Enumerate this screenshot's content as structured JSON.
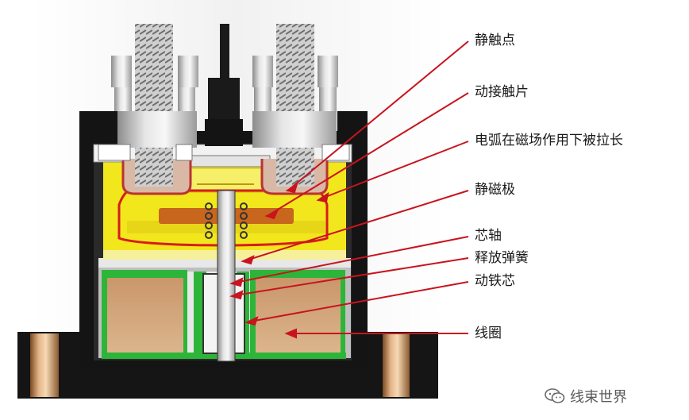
{
  "labels": {
    "static_contact": "静触点",
    "moving_contact": "动接触片",
    "arc": "电弧在磁场作用下被拉长",
    "static_pole": "静磁极",
    "core_shaft": "芯轴",
    "release_spring": "释放弹簧",
    "moving_core": "动铁芯",
    "coil": "线圈"
  },
  "watermark": {
    "text": "线束世界",
    "icon": "wechat-icon"
  },
  "colors": {
    "housing": "#141414",
    "yellow_chamber": "#f2e61c",
    "copper_terminal": "#c98a52",
    "coil_winding": "#d4a77e",
    "green_bobbin": "#2db53a",
    "arc_line": "#d61e1e",
    "leader_line": "#c8141e",
    "contact_plate": "#c7661c"
  }
}
